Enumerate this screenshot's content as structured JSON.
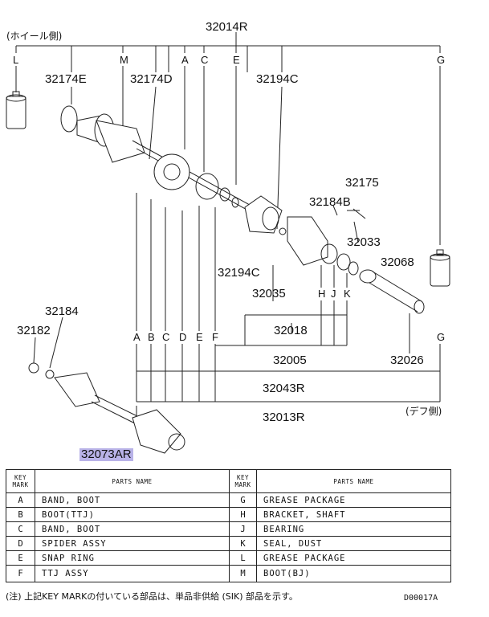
{
  "header": {
    "wheel_side_label": "(ホイール側)",
    "diff_side_label": "(デフ側)"
  },
  "callouts": {
    "c32014R": "32014R",
    "c32174E": "32174E",
    "c32174D": "32174D",
    "c32194C_top": "32194C",
    "c32175": "32175",
    "c32184B": "32184B",
    "c32033": "32033",
    "c32068": "32068",
    "c32194C_mid": "32194C",
    "c32035": "32035",
    "c32018": "32018",
    "c32184": "32184",
    "c32182": "32182",
    "c32005": "32005",
    "c32026": "32026",
    "c32043R": "32043R",
    "c32013R": "32013R",
    "c32073AR": "32073AR"
  },
  "key_letters_top": [
    "L",
    "M",
    "A",
    "C",
    "E",
    "G"
  ],
  "key_letters_bottom": [
    "A",
    "B",
    "C",
    "D",
    "E",
    "F"
  ],
  "key_letters_mid": [
    "H",
    "J",
    "K"
  ],
  "key_letter_g_bottom": "G",
  "parts_table": {
    "header_key": "KEY MARK",
    "header_parts": "PARTS NAME",
    "rows": [
      {
        "lk": "A",
        "ln": "BAND, BOOT",
        "rk": "G",
        "rn": "GREASE PACKAGE"
      },
      {
        "lk": "B",
        "ln": "BOOT(TTJ)",
        "rk": "H",
        "rn": "BRACKET, SHAFT"
      },
      {
        "lk": "C",
        "ln": "BAND, BOOT",
        "rk": "J",
        "rn": "BEARING"
      },
      {
        "lk": "D",
        "ln": "SPIDER ASSY",
        "rk": "K",
        "rn": "SEAL, DUST"
      },
      {
        "lk": "E",
        "ln": "SNAP RING",
        "rk": "L",
        "rn": "GREASE PACKAGE"
      },
      {
        "lk": "F",
        "ln": "TTJ ASSY",
        "rk": "M",
        "rn": "BOOT(BJ)"
      }
    ]
  },
  "footnote": "(注) 上記KEY MARKの付いている部品は、単品非供給 (SIK) 部品を示す。",
  "drawing_code": "D00017A"
}
